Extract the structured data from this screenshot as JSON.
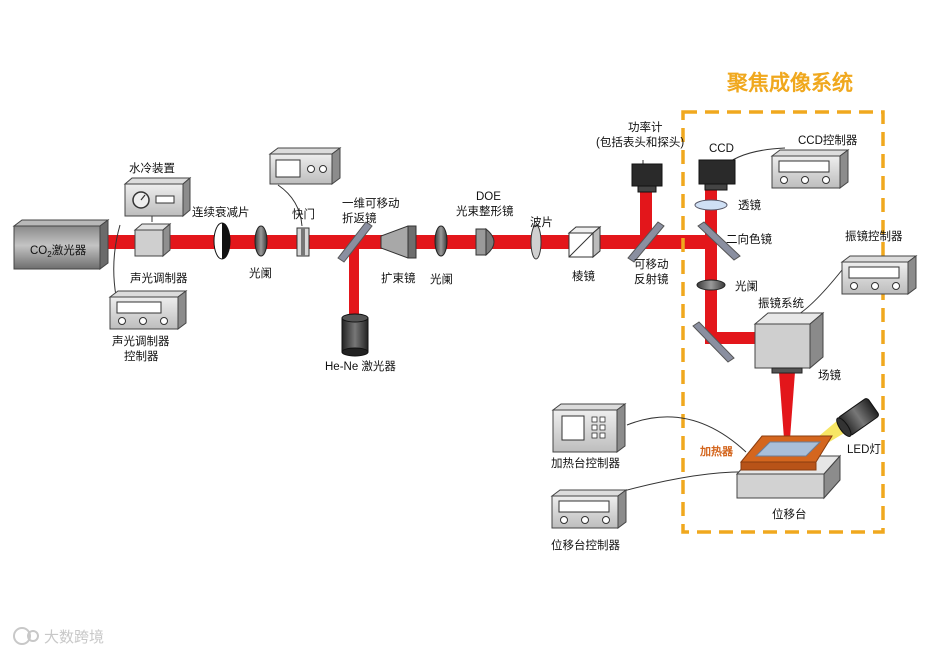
{
  "colors": {
    "laser": "#e3161b",
    "focus_box": "#f0a81e",
    "heater": "#d4661e",
    "title": "#f0a81e"
  },
  "title": "聚焦成像系统",
  "labels": {
    "co2_laser_prefix": "CO",
    "co2_laser_sub": "2",
    "co2_laser_suffix": "激光器",
    "water_cooling": "水冷装置",
    "aom": "声光调制器",
    "aom_controller_l1": "声光调制器",
    "aom_controller_l2": "控制器",
    "attenuator": "连续衰减片",
    "aperture1": "光阑",
    "shutter": "快门",
    "flip_mirror_l1": "一维可移动",
    "flip_mirror_l2": "折返镜",
    "hene": "He-Ne 激光器",
    "beam_expander": "扩束镜",
    "aperture2": "光阑",
    "doe_l1": "DOE",
    "doe_l2": "光束整形镜",
    "waveplate": "波片",
    "prism": "棱镜",
    "power_meter_l1": "功率计",
    "power_meter_l2": "(包括表头和探头)",
    "movable_mirror_l1": "可移动",
    "movable_mirror_l2": "反射镜",
    "ccd": "CCD",
    "ccd_controller": "CCD控制器",
    "lens": "透镜",
    "dichroic": "二向色镜",
    "aperture3": "光阑",
    "galvo": "振镜系统",
    "galvo_controller": "振镜控制器",
    "field_lens": "场镜",
    "led": "LED灯",
    "heater": "加热器",
    "stage": "位移台",
    "heater_controller": "加热台控制器",
    "stage_controller": "位移台控制器"
  },
  "watermark": "大数跨境"
}
